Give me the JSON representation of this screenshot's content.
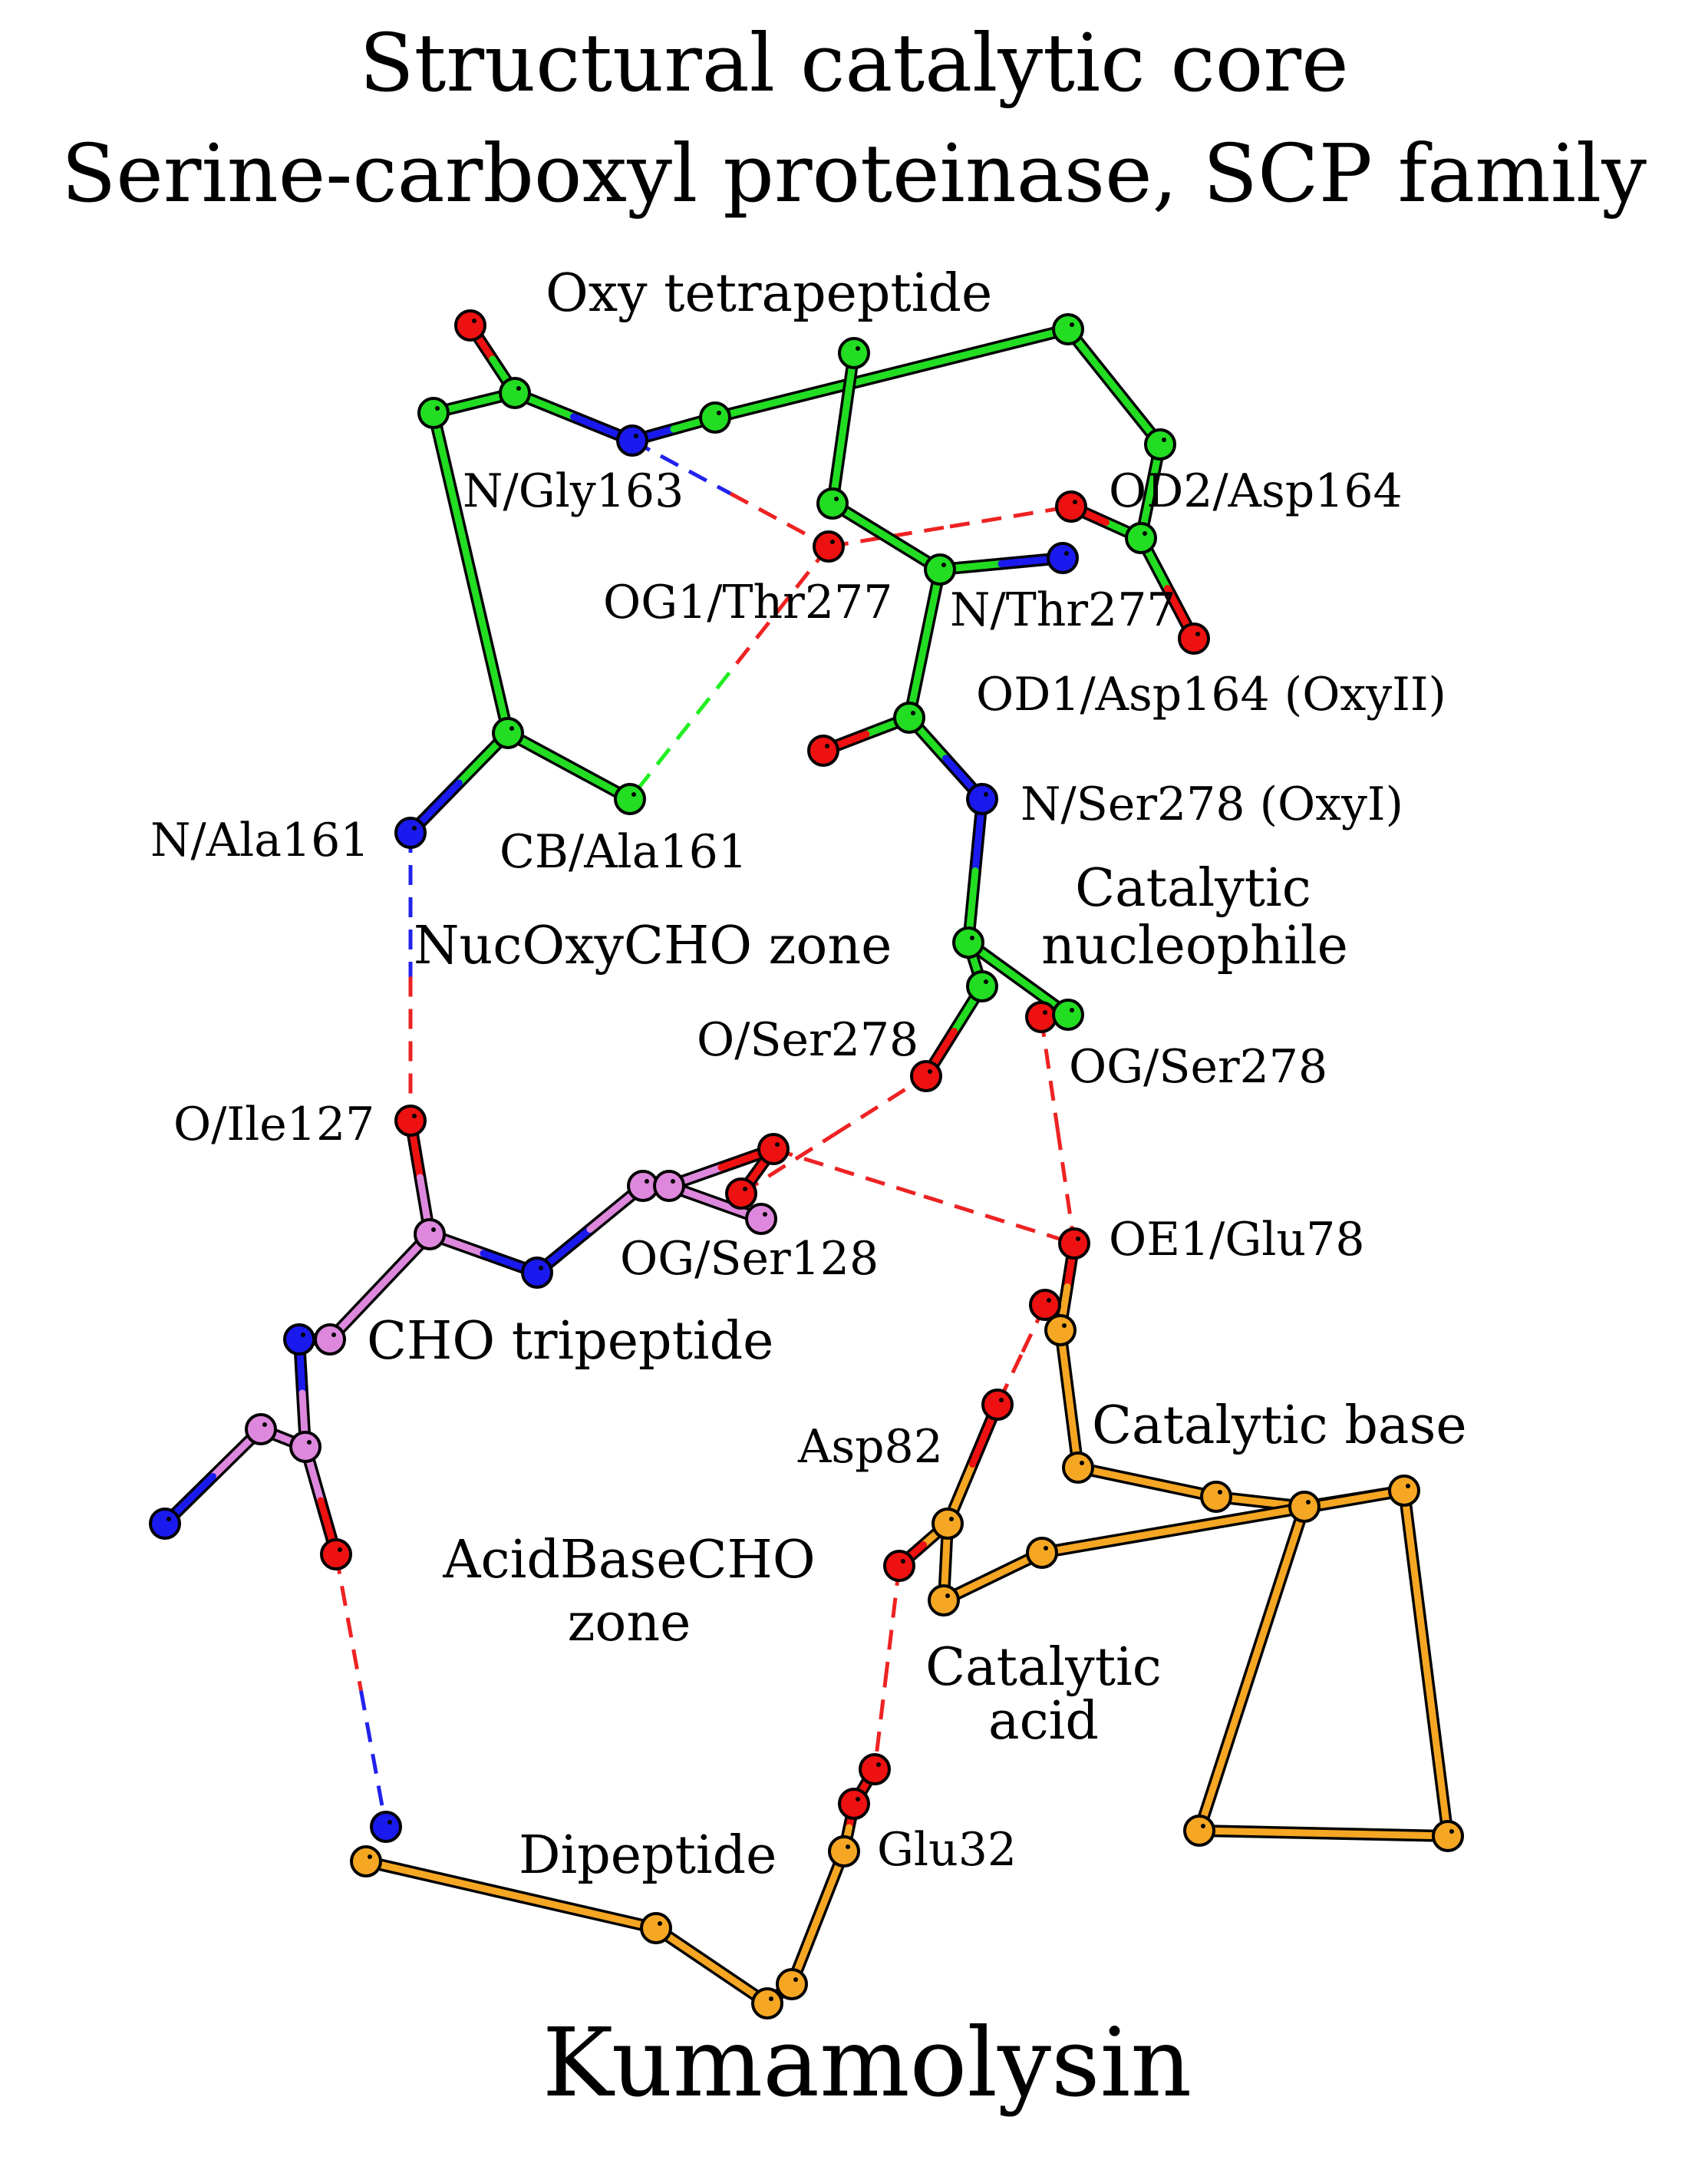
{
  "title": {
    "line1": "Structural catalytic core",
    "line2": "Serine-carboxyl proteinase, SCP family"
  },
  "protein_name": "Kumamolysin",
  "colors": {
    "green": "#22dd22",
    "pink": "#dd88dd",
    "orange": "#f5a623",
    "red": "#ee1111",
    "blue": "#1a1aee",
    "hbond_green": "#22ee22",
    "hbond_red": "#ee2222",
    "hbond_blue": "#2222ee"
  },
  "labels": {
    "oxy_tetrapeptide": "Oxy tetrapeptide",
    "n_gly163": "N/Gly163",
    "od2_asp164": "OD2/Asp164",
    "og1_thr277": "OG1/Thr277",
    "n_thr277": "N/Thr277",
    "od1_asp164": "OD1/Asp164 (OxyII)",
    "n_ser278": "N/Ser278 (OxyI)",
    "n_ala161": "N/Ala161",
    "cb_ala161": "CB/Ala161",
    "catalytic_nucleophile_1": "Catalytic",
    "catalytic_nucleophile_2": "nucleophile",
    "nucoxycho_zone": "NucOxyCHO zone",
    "o_ser278": "O/Ser278",
    "og_ser278": "OG/Ser278",
    "o_ile127": "O/Ile127",
    "og_ser128": "OG/Ser128",
    "oe1_glu78": "OE1/Glu78",
    "cho_tripeptide": "CHO tripeptide",
    "catalytic_base": "Catalytic base",
    "asp82": "Asp82",
    "acidbasecho_1": "AcidBaseCHO",
    "acidbasecho_2": "zone",
    "catalytic_acid_1": "Catalytic",
    "catalytic_acid_2": "acid",
    "dipeptide": "Dipeptide",
    "glu32": "Glu32"
  }
}
